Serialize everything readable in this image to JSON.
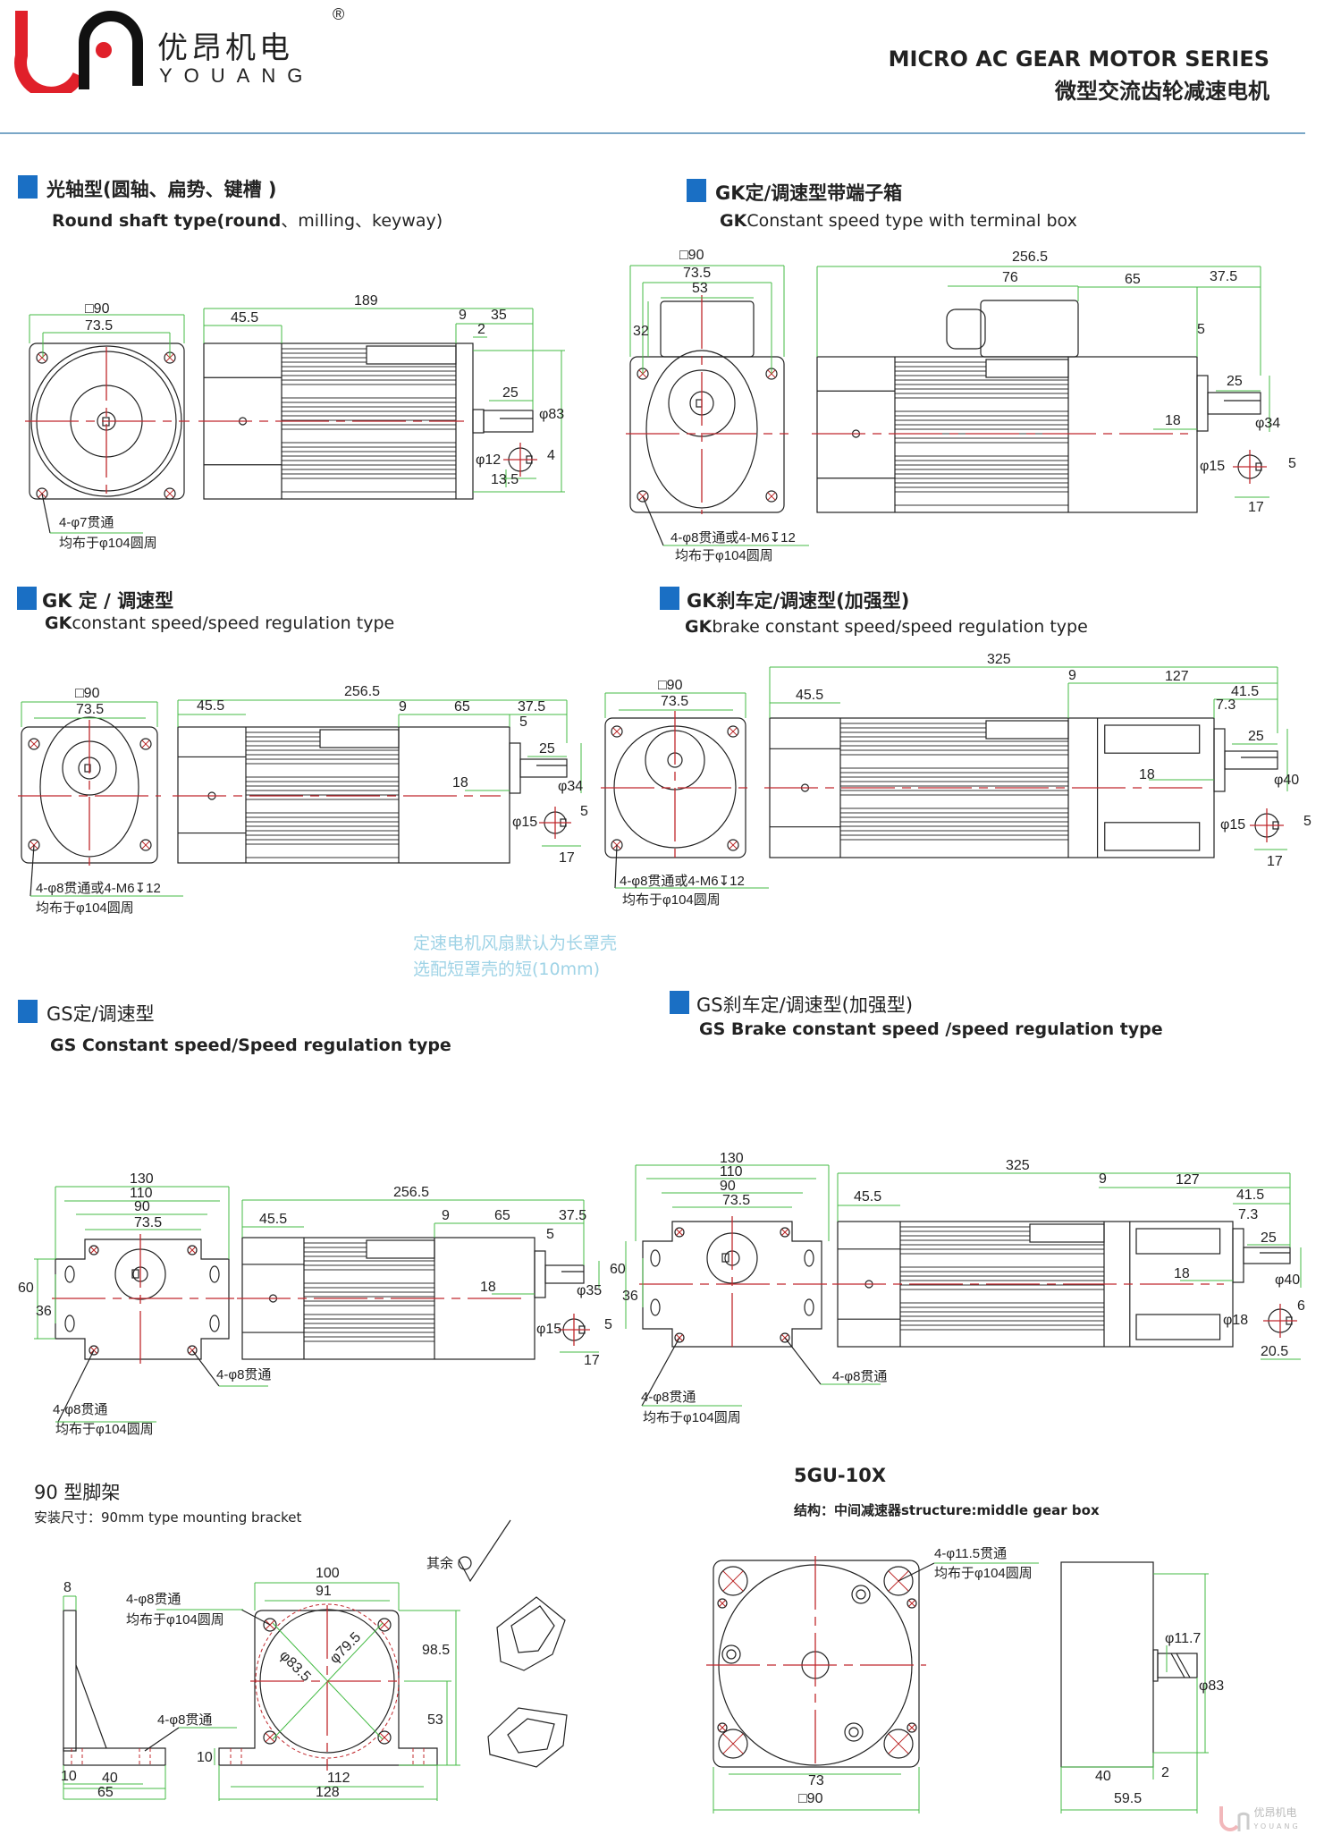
{
  "header": {
    "brand_cn": "优昂机电",
    "brand_en": "YOUANG",
    "registered": "®",
    "series_en": "MICRO AC GEAR MOTOR SERIES",
    "series_cn": "微型交流齿轮减速电机"
  },
  "colors": {
    "accent_blue": "#1a6fc4",
    "dimension_green": "#44bb44",
    "center_red": "#c0282d",
    "logo_red": "#e0202a"
  },
  "sections": {
    "s1": {
      "title": "光轴型(圆轴、扁势、键槽 )",
      "en_bold": "Round shaft type(round",
      "en_rest": "、milling、keyway)"
    },
    "s2": {
      "title": "GK定/调速型带端子箱",
      "en_bold": "GK",
      "en_rest": "Constant speed type with terminal box"
    },
    "s3": {
      "title": "GK 定 / 调速型",
      "en_bold": "GK",
      "en_rest": "constant speed/speed regulation type"
    },
    "s4": {
      "title": "GK刹车定/调速型(加强型)",
      "en_bold": "GK",
      "en_rest": "brake constant speed/speed regulation type"
    },
    "s5": {
      "title": "GS定/调速型",
      "en_bold": "GS Constant speed/Speed regulation type"
    },
    "s6": {
      "title": "GS刹车定/调速型(加强型)",
      "en_bold": "GS Brake constant speed /speed regulation type"
    },
    "s7": {
      "title": "90 型脚架",
      "subtitle": "安装尺寸：90mm type mounting bracket"
    },
    "s8": {
      "title": "5GU-10X",
      "subtitle": "结构：中间减速器structure:middle gear box"
    }
  },
  "fan_note": [
    "定速电机风扇默认为长罩壳",
    "选配短罩壳的短(10mm)"
  ],
  "drawings": {
    "d1": {
      "dims": [
        "□90",
        "73.5",
        "45.5",
        "189",
        "9",
        "35",
        "2",
        "25",
        "φ83",
        "φ12",
        "4",
        "13.5"
      ],
      "notes": [
        "4-φ7贯通",
        "均布于φ104圆周"
      ]
    },
    "d2": {
      "dims": [
        "□90",
        "73.5",
        "53",
        "32",
        "256.5",
        "76",
        "65",
        "37.5",
        "5",
        "25",
        "18",
        "φ34",
        "φ15",
        "5",
        "17"
      ],
      "notes": [
        "4-φ8贯通或4-M6↧12",
        "均布于φ104圆周"
      ]
    },
    "d3": {
      "dims": [
        "□90",
        "73.5",
        "45.5",
        "256.5",
        "9",
        "65",
        "37.5",
        "5",
        "25",
        "18",
        "φ34",
        "φ15",
        "5",
        "17"
      ],
      "notes": [
        "4-φ8贯通或4-M6↧12",
        "均布于φ104圆周"
      ]
    },
    "d4": {
      "dims": [
        "□90",
        "73.5",
        "45.5",
        "325",
        "9",
        "127",
        "41.5",
        "7.3",
        "25",
        "18",
        "φ40",
        "φ15",
        "5",
        "17"
      ],
      "notes": [
        "4-φ8贯通或4-M6↧12",
        "均布于φ104圆周"
      ]
    },
    "d5": {
      "dims": [
        "130",
        "110",
        "90",
        "73.5",
        "60",
        "36",
        "45.5",
        "256.5",
        "9",
        "65",
        "37.5",
        "5",
        "18",
        "φ35",
        "φ15",
        "5",
        "17"
      ],
      "notes": [
        "4-φ8贯通",
        "4-φ8贯通",
        "均布于φ104圆周"
      ]
    },
    "d6": {
      "dims": [
        "130",
        "110",
        "90",
        "73.5",
        "60",
        "36",
        "325",
        "45.5",
        "9",
        "127",
        "41.5",
        "7.3",
        "25",
        "18",
        "φ40",
        "φ18",
        "6",
        "20.5"
      ],
      "notes": [
        "4-φ8贯通",
        "4-φ8贯通",
        "均布于φ104圆周"
      ]
    },
    "bracket": {
      "dims": [
        "8",
        "10",
        "40",
        "65",
        "100",
        "91",
        "98.5",
        "53",
        "10",
        "112",
        "128",
        "φ83.5",
        "φ79.5"
      ],
      "notes": [
        "4-φ8贯通",
        "均布于φ104圆周",
        "4-φ8贯通",
        "其余"
      ]
    },
    "gu": {
      "dims": [
        "φ11.7",
        "φ83",
        "73",
        "□90",
        "40",
        "2",
        "59.5"
      ],
      "notes": [
        "4-φ11.5贯通",
        "均布于φ104圆周"
      ]
    }
  },
  "watermark": {
    "brand_cn": "优昂机电",
    "brand_en": "YOUANG"
  }
}
